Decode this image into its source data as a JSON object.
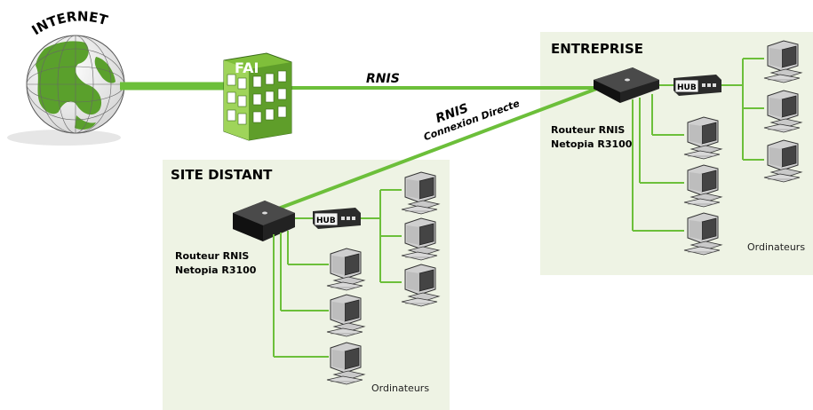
{
  "internet": {
    "label": "INTERNET"
  },
  "fai": {
    "label": "FAI"
  },
  "links": {
    "rnis": "RNIS",
    "rnis_direct": "RNIS",
    "direct_sub": "Connexion Directe"
  },
  "entreprise": {
    "title": "ENTREPRISE",
    "router_line1": "Routeur RNIS",
    "router_line2": "Netopia R3100",
    "hub": "HUB",
    "computers_label": "Ordinateurs"
  },
  "site_distant": {
    "title": "SITE DISTANT",
    "router_line1": "Routeur RNIS",
    "router_line2": "Netopia R3100",
    "hub": "HUB",
    "computers_label": "Ordinateurs"
  },
  "colors": {
    "green_line": "#6cbf3a",
    "zone_bg": "#eef3e4",
    "building": "#8cc63f",
    "globe_land": "#5aa02c",
    "globe_sea": "#f2f2f2"
  }
}
